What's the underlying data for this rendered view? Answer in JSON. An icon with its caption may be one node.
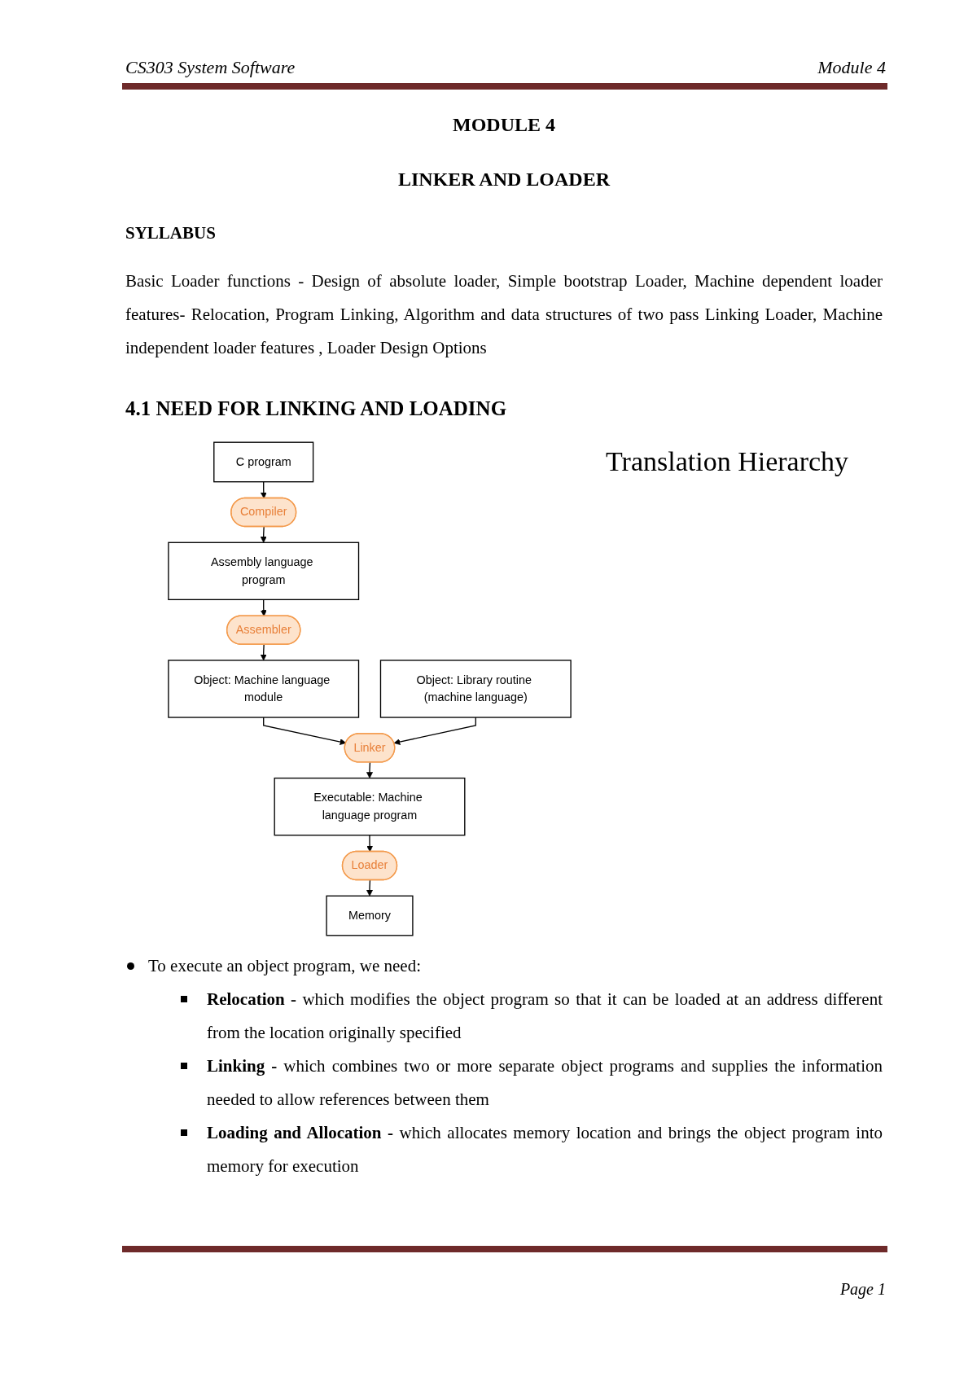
{
  "diagram": {
    "title": "Translation Hierarchy",
    "nodes": [
      {
        "text": [
          "C program"
        ]
      },
      {
        "text": [
          "Compiler"
        ]
      },
      {
        "text": [
          "Assembly language program"
        ]
      },
      {
        "text": [
          "Assembler"
        ]
      },
      {
        "text": [
          "Object: Machine language module"
        ]
      },
      {
        "text": [
          "Object: Library routine (machine language)"
        ]
      },
      {
        "text": [
          "Linker"
        ]
      },
      {
        "text": [
          "Executable: Machine language program"
        ]
      },
      {
        "text": [
          "Loader"
        ]
      },
      {
        "text": [
          "Memory"
        ]
      }
    ],
    "edges": [
      {
        "from": 0,
        "to": 1,
        "arrow": "to"
      },
      {
        "from": 1,
        "to": 2,
        "arrow": "to"
      },
      {
        "from": 2,
        "to": 3,
        "arrow": "to"
      },
      {
        "from": 3,
        "to": 4,
        "arrow": "to"
      },
      {
        "from": 4,
        "to": 6,
        "arrow": "to"
      },
      {
        "from": 5,
        "to": 6,
        "arrow": "to"
      },
      {
        "from": 6,
        "to": 7,
        "arrow": "to"
      },
      {
        "from": 7,
        "to": 8,
        "arrow": "to"
      },
      {
        "from": 8,
        "to": 9,
        "arrow": "to"
      }
    ],
    "labels": [
      "CS303 System Software",
      "Module 4",
      "MODULE 4",
      "LINKER AND LOADER",
      "SYLLABUS",
      "Basic Loader functions - Design of absolute loader, Simple bootstrap Loader, Machine dependent loader features- Relocation, Program Linking, Algorithm and data structures of two pass Linking Loader, Machine independent loader features , Loader Design Options",
      "4.1 NEED FOR LINKING AND LOADING",
      "To execute an object program, we need:",
      "**Relocation -** which modifies the object program so that it can be loaded at an address different from the location originally specified",
      "**Linking -** which combines two or more separate object programs and supplies the information needed to allow references between them",
      "**Loading and Allocation -** which allocates memory location and brings the object program into memory for execution",
      "Page 1"
    ]
  }
}
